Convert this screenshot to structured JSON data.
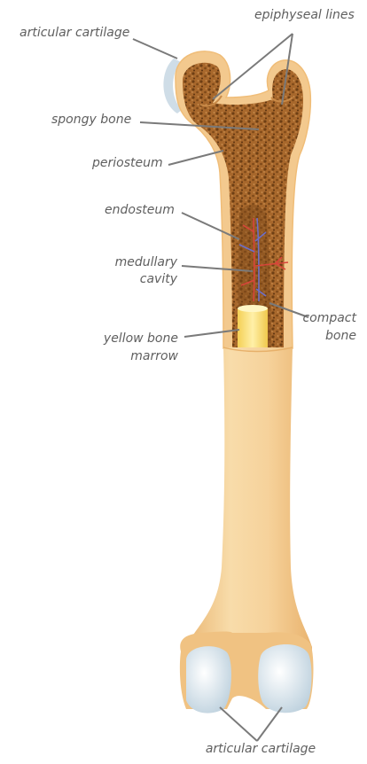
{
  "labels": {
    "articular_cartilage_top": "articular cartilage",
    "epiphyseal_lines": "epiphyseal lines",
    "spongy_bone": "spongy bone",
    "periosteum": "periosteum",
    "endosteum": "endosteum",
    "medullary_cavity_1": "medullary",
    "medullary_cavity_2": "cavity",
    "compact_bone_1": "compact",
    "compact_bone_2": "bone",
    "yellow_marrow_1": "yellow bone",
    "yellow_marrow_2": "marrow",
    "articular_cartilage_bottom": "articular cartilage"
  },
  "colors": {
    "bone_outer": "#f2c68a",
    "bone_mid": "#f7d7a6",
    "spongy_fill": "#a8682c",
    "spongy_dots": "#6e3f14",
    "cartilage": "#d9e3ea",
    "marrow": "#fbe27c",
    "leader_line": "#7a7a7a",
    "vessel_red": "#d8453a",
    "vessel_blue": "#6c6fc9"
  }
}
